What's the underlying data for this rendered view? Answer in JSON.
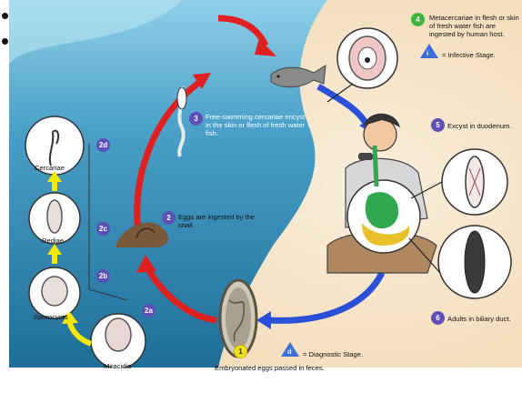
{
  "steps": {
    "s1": {
      "num": "1",
      "text": "Embryonated eggs passed in feces."
    },
    "s2": {
      "num": "2",
      "text": "Eggs are ingested by the snail."
    },
    "s2a": {
      "num": "2a"
    },
    "s2b": {
      "num": "2b"
    },
    "s2c": {
      "num": "2c"
    },
    "s2d": {
      "num": "2d"
    },
    "s3": {
      "num": "3",
      "text": "Free-swimming cercariae encyst in the skin or flesh of fresh water fish."
    },
    "s4": {
      "num": "4",
      "text": "Metacercariae in flesh or skin of fresh water fish are ingested by human host."
    },
    "s5": {
      "num": "5",
      "text": "Excyst in duodenum."
    },
    "s6": {
      "num": "6",
      "text": "Adults in biliary duct."
    }
  },
  "stages": {
    "miracidia": "Miracidia",
    "sporocysts": "Sporocysts",
    "rediae": "Rediae",
    "cercariae": "Cercariae"
  },
  "legend": {
    "infective_letter": "i",
    "infective_text": "= Infective Stage.",
    "diagnostic_letter": "d",
    "diagnostic_text": "= Diagnostic Stage."
  },
  "colors": {
    "water": "#3a8fb8",
    "sand": "#f3e0c0",
    "red_arrow": "#e02020",
    "blue_arrow": "#2a4fd8",
    "badge_purple": "#5c4fb8",
    "badge_green": "#3db53d",
    "badge_yellow": "#f2e214"
  }
}
